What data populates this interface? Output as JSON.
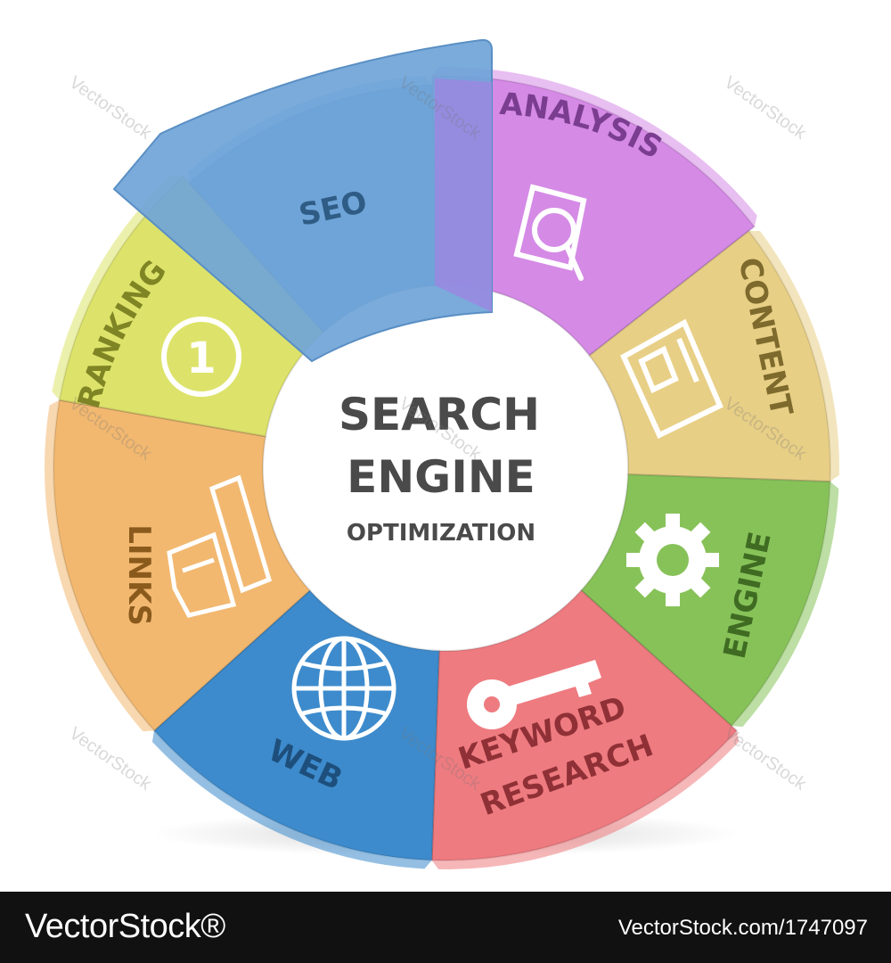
{
  "center": {
    "line1": "SEARCH",
    "line2": "ENGINE",
    "line3": "OPTIMIZATION"
  },
  "segments": [
    {
      "id": "seo",
      "label": "SEO",
      "color": "#6fa4d8",
      "icon": "seo-tab"
    },
    {
      "id": "analysis",
      "label": "ANALYSIS",
      "color": "#d58ae6",
      "icon": "magnifier-document-icon"
    },
    {
      "id": "content",
      "label": "CONTENT",
      "color": "#e8cf86",
      "icon": "document-icon"
    },
    {
      "id": "engine",
      "label": "ENGINE",
      "color": "#87c259",
      "icon": "gear-icon"
    },
    {
      "id": "keyword",
      "label": "KEYWORD",
      "label2": "RESEARCH",
      "color": "#ee7b80",
      "icon": "key-icon"
    },
    {
      "id": "web",
      "label": "WEB",
      "color": "#3d8bcc",
      "icon": "globe-icon"
    },
    {
      "id": "links",
      "label": "LINKS",
      "color": "#f2b870",
      "icon": "pointing-hand-icon"
    },
    {
      "id": "ranking",
      "label": "RANKING",
      "color": "#dde36a",
      "icon": "number-one-icon"
    }
  ],
  "rank_number": "1",
  "watermark": "VectorStock",
  "footer": {
    "brand": "VectorStock®",
    "url": "VectorStock.com/1747097"
  }
}
